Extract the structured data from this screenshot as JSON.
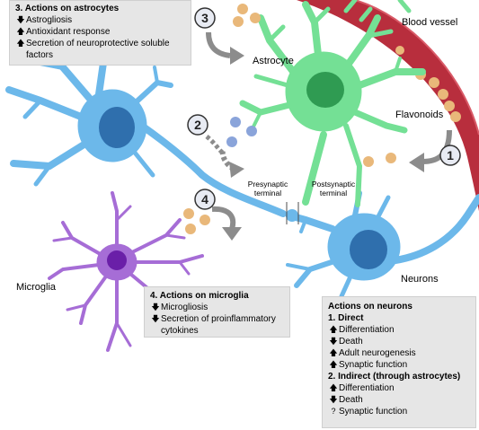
{
  "labels": {
    "blood_vessel": "Blood vessel",
    "astrocyte": "Astrocyte",
    "flavonoids": "Flavonoids",
    "presynaptic": "Presynaptic terminal",
    "postsynaptic": "Postsynaptic terminal",
    "microglia": "Microglia",
    "neurons": "Neurons"
  },
  "pathways": [
    "1",
    "2",
    "3",
    "4"
  ],
  "astrocytes_box": {
    "title": "3. Actions on astrocytes",
    "items": [
      {
        "arrow": "down",
        "text": "Astrogliosis"
      },
      {
        "arrow": "up",
        "text": "Antioxidant response"
      },
      {
        "arrow": "up",
        "text": "Secretion of  neuroprotective soluble factors"
      }
    ]
  },
  "microglia_box": {
    "title": "4. Actions on microglia",
    "items": [
      {
        "arrow": "down",
        "text": "Microgliosis"
      },
      {
        "arrow": "down",
        "text": "Secretion of proinflammatory cytokines"
      }
    ]
  },
  "neurons_box": {
    "title": "Actions on neurons",
    "direct_title": "1. Direct",
    "direct": [
      {
        "arrow": "up",
        "text": "Differentiation"
      },
      {
        "arrow": "down",
        "text": "Death"
      },
      {
        "arrow": "up",
        "text": "Adult neurogenesis"
      },
      {
        "arrow": "up",
        "text": "Synaptic function"
      }
    ],
    "indirect_title": "2. Indirect (through astrocytes)",
    "indirect": [
      {
        "arrow": "up",
        "text": "Differentiation"
      },
      {
        "arrow": "down",
        "text": "Death"
      },
      {
        "arrow": "unknown",
        "text": "Synaptic function"
      }
    ]
  },
  "colors": {
    "neuron": "#6cb8ea",
    "neuron_nucleus": "#2f6fad",
    "astrocyte": "#74e095",
    "astrocyte_nucleus": "#2f9b52",
    "microglia": "#a66dd6",
    "microglia_nucleus": "#6a1fa8",
    "vessel": "#b82e3d",
    "flavonoid": "#e9b87a",
    "blue_dot": "#8aa4da",
    "arrow": "#8c8c8c"
  }
}
